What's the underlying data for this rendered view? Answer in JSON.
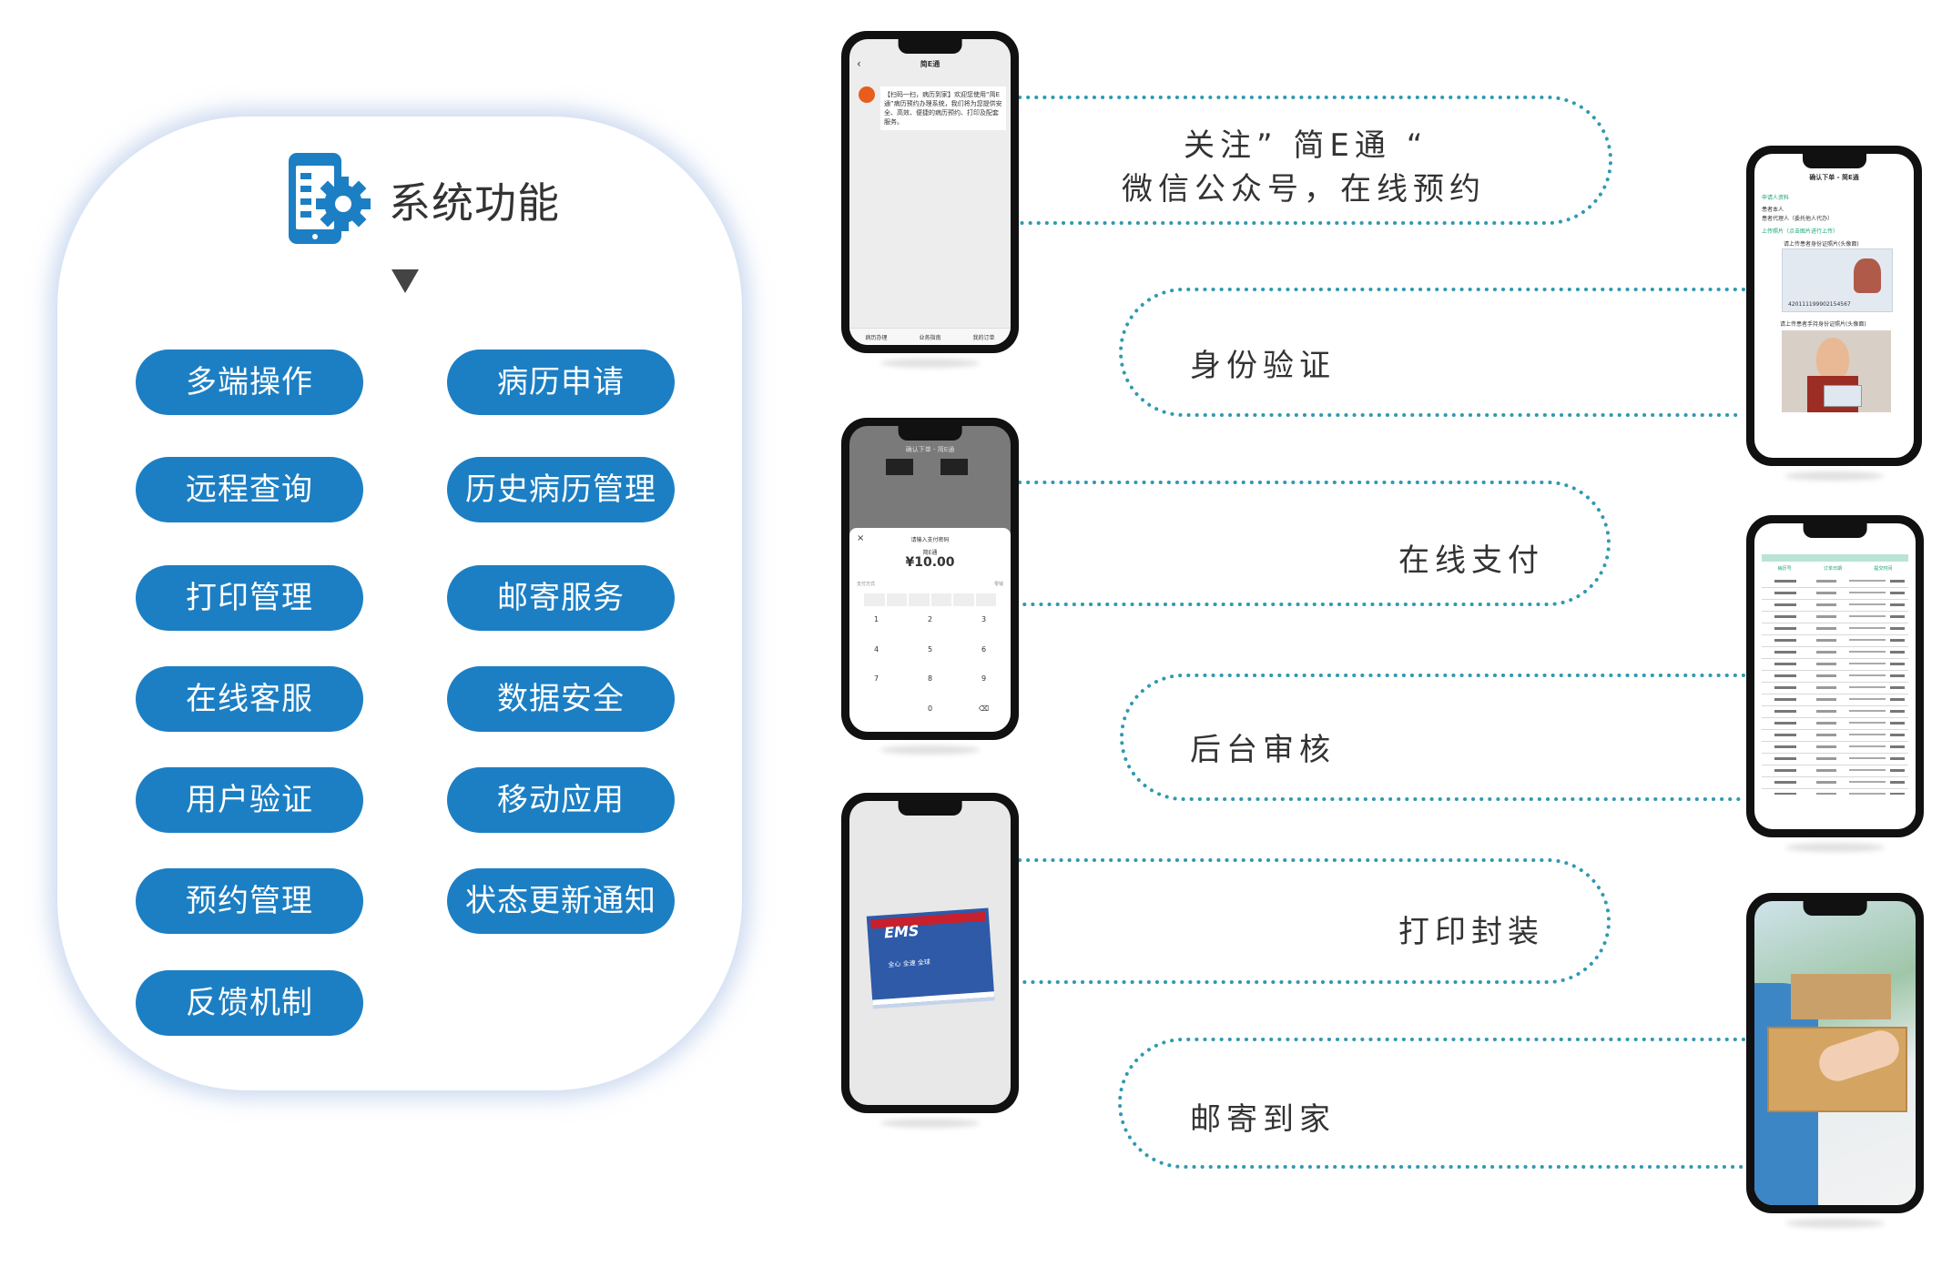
{
  "panel": {
    "title": "系统功能",
    "buttons": [
      "多端操作",
      "病历申请",
      "远程查询",
      "历史病历管理",
      "打印管理",
      "邮寄服务",
      "在线客服",
      "数据安全",
      "用户验证",
      "移动应用",
      "预约管理",
      "状态更新通知",
      "反馈机制"
    ]
  },
  "flow": {
    "step1_line1": "关注” 简E通 “",
    "step1_line2": "微信公众号，在线预约",
    "step2": "身份验证",
    "step3": "在线支付",
    "step4": "后台审核",
    "step5": "打印封装",
    "step6": "邮寄到家"
  },
  "phones": {
    "wechat": {
      "title": "简E通",
      "msg": "【扫码一扫，病历到家】欢迎您使用“简E通”病历预约办理系统，我们将为您提供安全、高效、便捷的病历预约、打印及配套服务。",
      "tabs": [
        "病历办理",
        "业务指南",
        "我的订单"
      ]
    },
    "identity": {
      "header": "确认下单 - 简E通",
      "link": "申请人资料",
      "opt1": "患者本人",
      "opt2": "患者代理人（委托他人代办）",
      "upload": "上传照片（点击图片进行上传）",
      "front": "请上传患者身份证照片(头像面)",
      "hold": "请上传患者手持身份证照片(头像面)",
      "idnum": "420111199902154567"
    },
    "pay": {
      "header": "确认下单 - 简E通",
      "dialog_title": "请输入支付密码",
      "merchant": "简E通",
      "amount": "¥10.00",
      "method": "支付方式",
      "balance": "零钱",
      "keys": [
        "1",
        "2",
        "3",
        "4",
        "5",
        "6",
        "7",
        "8",
        "9",
        "",
        "0",
        "⌫"
      ]
    },
    "admin": {
      "cols": [
        "病历号",
        "订单日期",
        "提交时间"
      ]
    },
    "ems": {
      "brand": "EMS",
      "slogan": "全心 全速 全球"
    }
  }
}
